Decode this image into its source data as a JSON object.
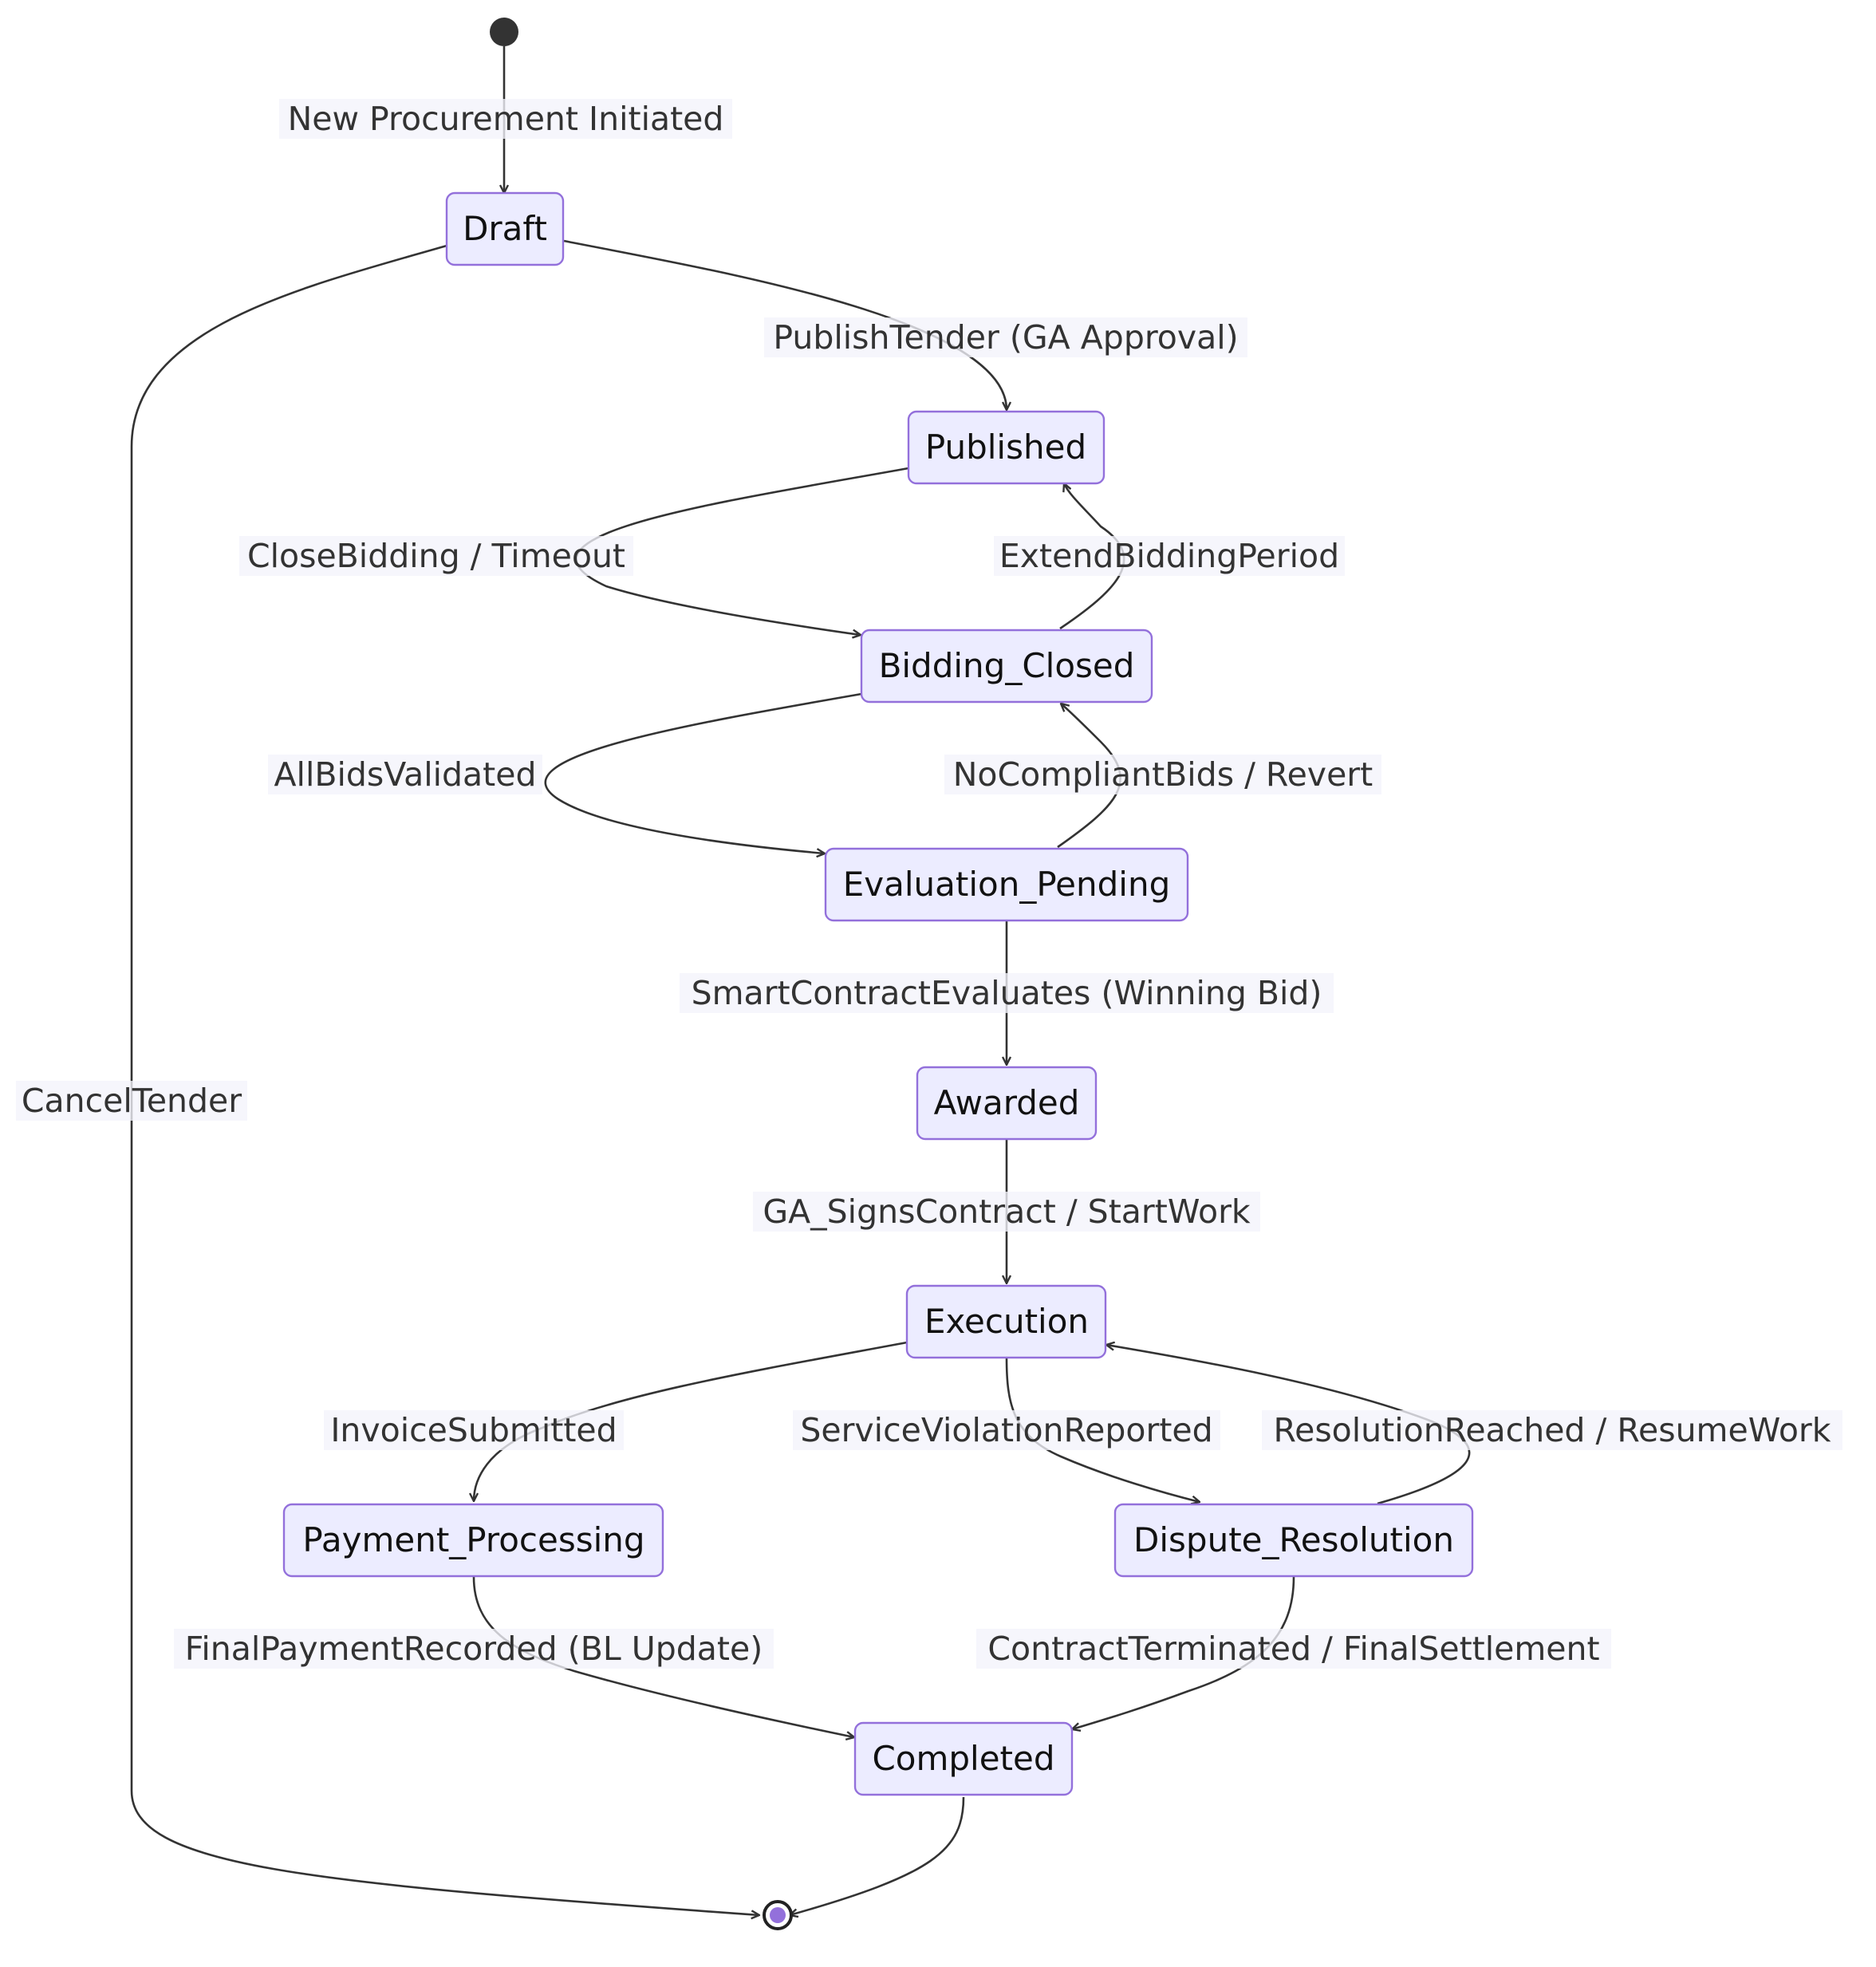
{
  "colors": {
    "state_fill": "#ececff",
    "state_border": "#9370db",
    "edge": "#333333",
    "label_bg": "#f3f3fb",
    "text": "#333333",
    "start_marker": "#333333",
    "end_marker_inner": "#9370db"
  },
  "states": {
    "draft": "Draft",
    "published": "Published",
    "bidding_closed": "Bidding_Closed",
    "evaluation_pending": "Evaluation_Pending",
    "awarded": "Awarded",
    "execution": "Execution",
    "payment_processing": "Payment_Processing",
    "dispute_resolution": "Dispute_Resolution",
    "completed": "Completed"
  },
  "transitions": {
    "initiate": "New Procurement Initiated",
    "publish": "PublishTender (GA Approval)",
    "cancel": "CancelTender",
    "close_bidding": "CloseBidding / Timeout",
    "extend": "ExtendBiddingPeriod",
    "validated": "AllBidsValidated",
    "revert": "NoCompliantBids / Revert",
    "evaluate": "SmartContractEvaluates (Winning Bid)",
    "sign": "GA_SignsContract / StartWork",
    "invoice": "InvoiceSubmitted",
    "violation": "ServiceViolationReported",
    "resolution": "ResolutionReached / ResumeWork",
    "final_payment": "FinalPaymentRecorded (BL Update)",
    "terminated": "ContractTerminated / FinalSettlement"
  }
}
